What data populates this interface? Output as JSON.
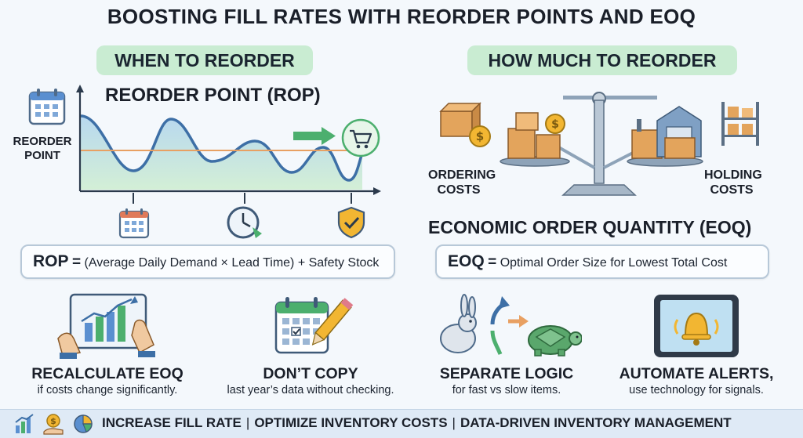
{
  "title": "BOOSTING FILL RATES WITH REORDER POINTS AND EOQ",
  "left": {
    "pill": "WHEN TO REORDER",
    "heading": "REORDER POINT (ROP)",
    "axis_label_line1": "REORDER",
    "axis_label_line2": "POINT",
    "formula_key": "ROP",
    "formula_eq": "=",
    "formula_text": "(Average Daily Demand × Lead Time) + Safety Stock"
  },
  "right": {
    "pill": "HOW MUCH TO REORDER",
    "ordering_line1": "ORDERING",
    "ordering_line2": "COSTS",
    "holding_line1": "HOLDING",
    "holding_line2": "COSTS",
    "heading": "ECONOMIC ORDER QUANTITY (EOQ)",
    "formula_key": "EOQ",
    "formula_eq": "=",
    "formula_text": "Optimal Order Size for Lowest Total Cost"
  },
  "tips": [
    {
      "title": "RECALCULATE EOQ",
      "sub": "if costs change significantly."
    },
    {
      "title": "DON’T COPY",
      "sub": "last year’s data without checking."
    },
    {
      "title": "SEPARATE LOGIC",
      "sub": "for fast vs slow items."
    },
    {
      "title": "AUTOMATE ALERTS,",
      "sub": "use technology for signals."
    }
  ],
  "footer": {
    "item1": "INCREASE FILL RATE",
    "item2": "OPTIMIZE INVENTORY COSTS",
    "item3": "DATA-DRIVEN INVENTORY MANAGEMENT",
    "sep": "|"
  },
  "colors": {
    "pill": "#c9ecd2",
    "wave": "#3d6fa6",
    "reorder_line": "#e8a062",
    "arrow_green": "#4caf6e",
    "gold": "#f2b632",
    "box": "#e3a45c"
  }
}
